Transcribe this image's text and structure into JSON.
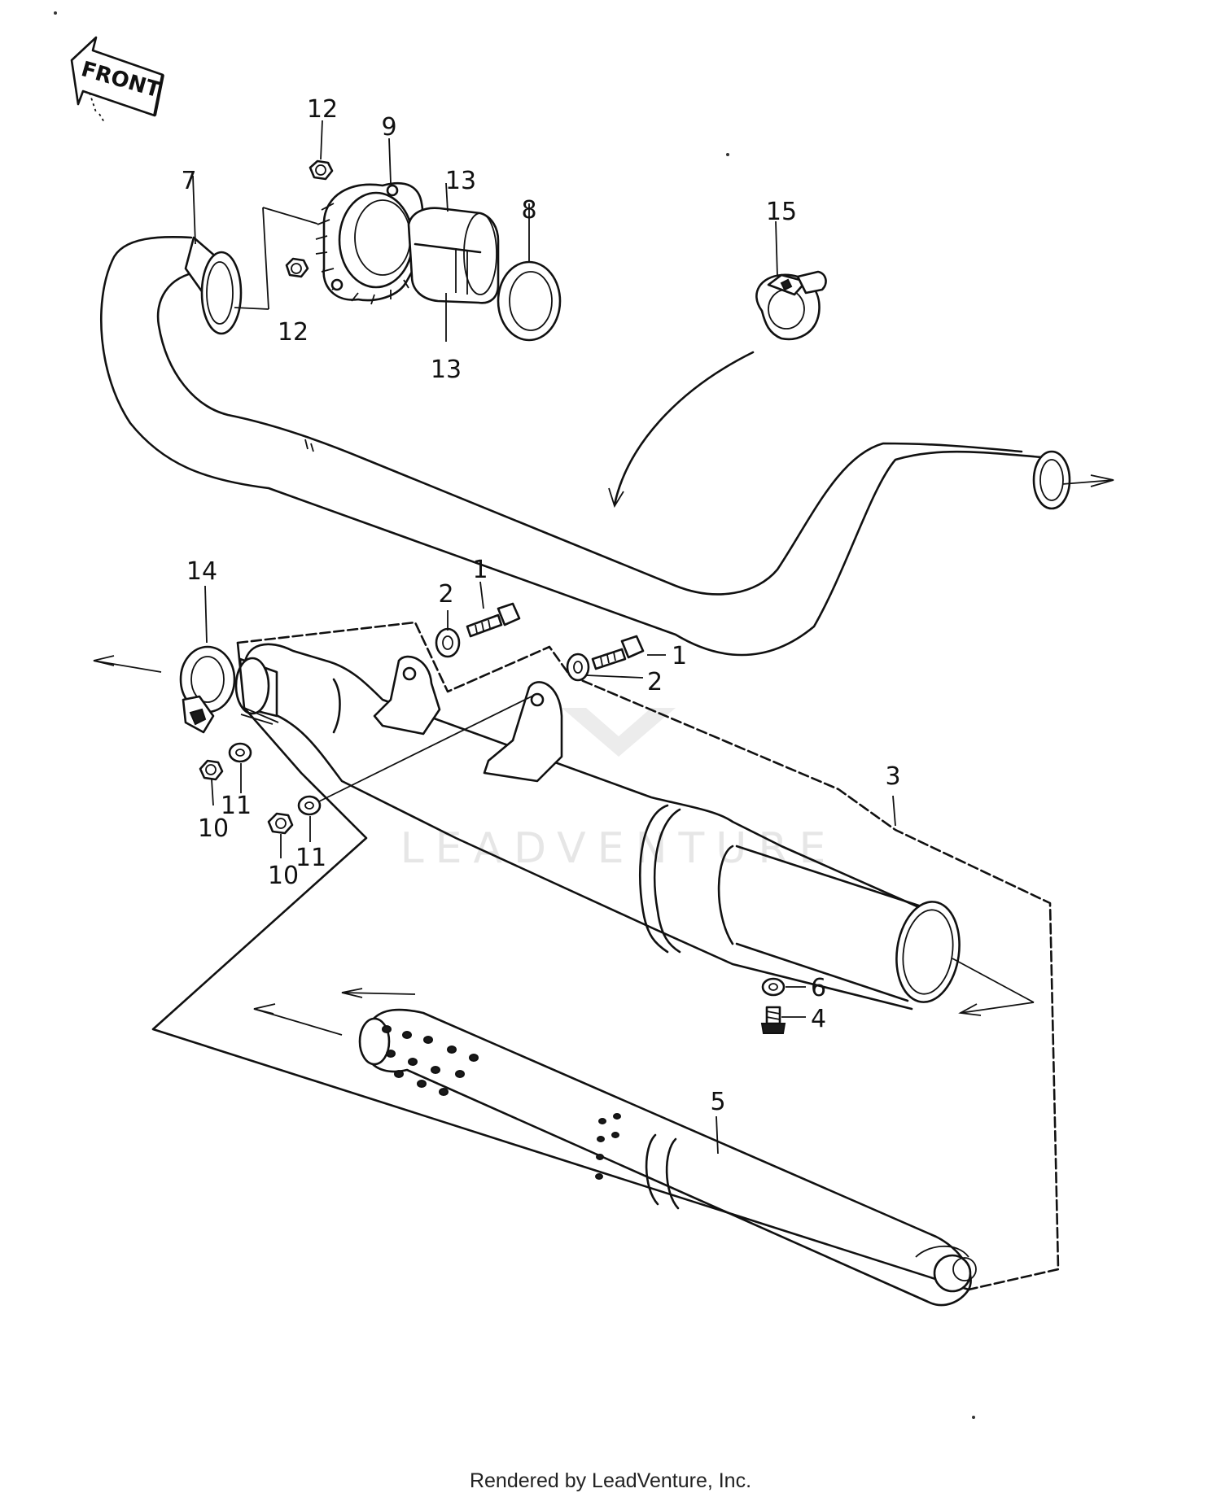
{
  "diagram": {
    "direction_label": "FRONT",
    "watermark": "LEADVENTURE",
    "callouts": {
      "c1a": "1",
      "c1b": "1",
      "c2a": "2",
      "c2b": "2",
      "c3": "3",
      "c4": "4",
      "c5": "5",
      "c6": "6",
      "c7": "7",
      "c8": "8",
      "c9": "9",
      "c10a": "10",
      "c10b": "10",
      "c11a": "11",
      "c11b": "11",
      "c12a": "12",
      "c12b": "12",
      "c13a": "13",
      "c13b": "13",
      "c14": "14",
      "c15": "15"
    }
  },
  "footer": "Rendered by LeadVenture, Inc."
}
